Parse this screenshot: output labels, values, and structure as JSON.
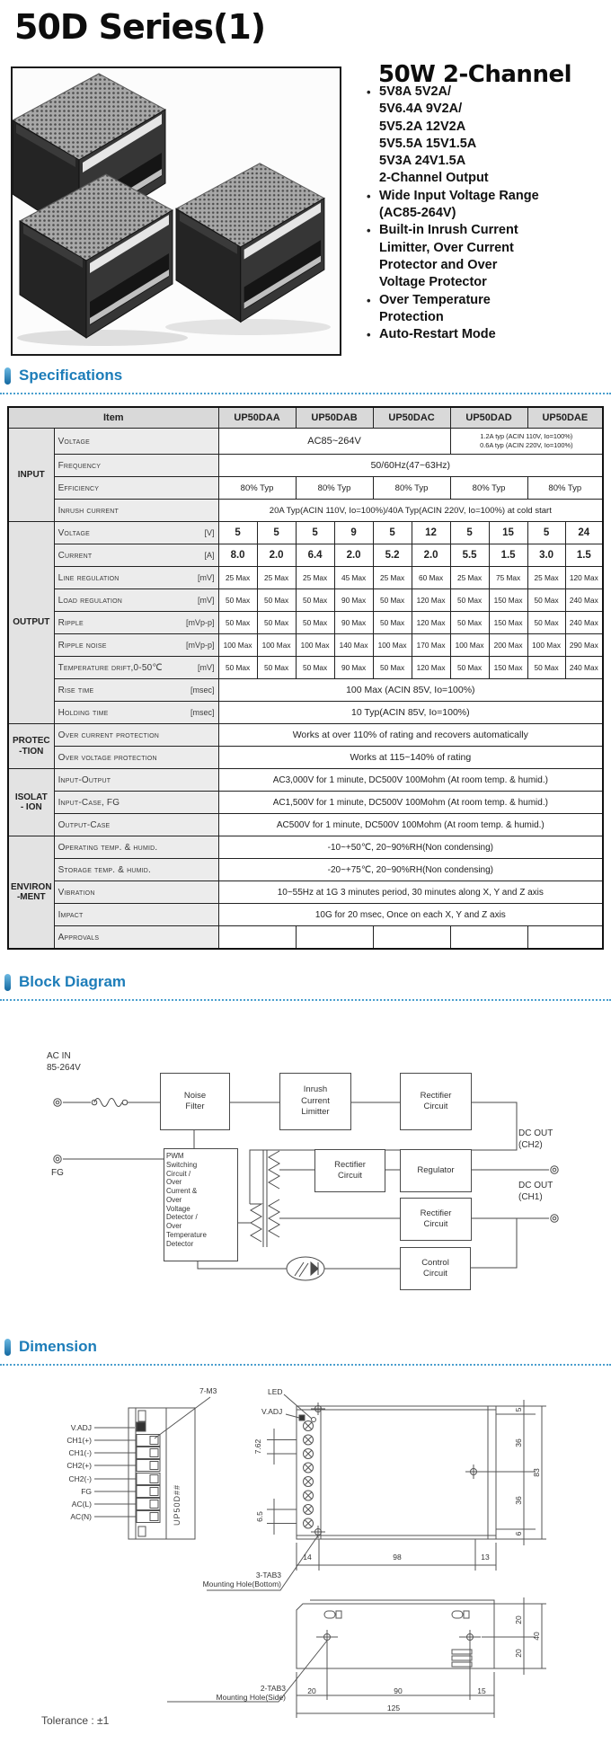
{
  "page": {
    "title": "50D Series(1)"
  },
  "colors": {
    "accent_blue": "#1d7db9",
    "highlight_yellow": "#ddd605"
  },
  "product": {
    "heading": "50W 2-Channel",
    "bullet_glyph": "•",
    "bullets": [
      {
        "text": "5V8A  5V2A/\n5V6.4A  9V2A/\n5V5.2A  12V2A\n5V5.5A  15V1.5A\n5V3A  24V1.5A\n2-Channel Output"
      },
      {
        "text": "Wide Input Voltage Range\n(AC85-264V)"
      },
      {
        "text": "Built-in Inrush Current\nLimitter, Over Current\nProtector and Over\nVoltage Protector"
      },
      {
        "text": "Over Temperature\nProtection"
      },
      {
        "text": "Auto-Restart Mode"
      }
    ]
  },
  "sections": {
    "specifications": "Specifications",
    "block_diagram": "Block Diagram",
    "dimension": "Dimension"
  },
  "spec_table": {
    "item_header": "Item",
    "models": [
      "UP50DAA",
      "UP50DAB",
      "UP50DAC",
      "UP50DAD",
      "UP50DAE"
    ],
    "highlighted_model": "UP50DAC",
    "input": {
      "group": "INPUT",
      "voltage_label": "Voltage",
      "voltage_value": "AC85~264V",
      "voltage_note1": "1.2A typ (ACIN 110V, Io=100%)",
      "voltage_note2": "0.6A typ (ACIN 220V, Io=100%)",
      "frequency_label": "Frequency",
      "frequency_value": "50/60Hz(47~63Hz)",
      "efficiency_label": "Efficiency",
      "efficiency_value": "80% Typ",
      "inrush_label": "Inrush current",
      "inrush_value": "20A Typ(ACIN 110V, Io=100%)/40A Typ(ACIN 220V, Io=100%) at cold start"
    },
    "output": {
      "group": "OUTPUT",
      "voltage": {
        "label": "Voltage",
        "unit": "[V]",
        "values": [
          "5",
          "5",
          "5",
          "9",
          "5",
          "12",
          "5",
          "15",
          "5",
          "24"
        ]
      },
      "current": {
        "label": "Current",
        "unit": "[A]",
        "values": [
          "8.0",
          "2.0",
          "6.4",
          "2.0",
          "5.2",
          "2.0",
          "5.5",
          "1.5",
          "3.0",
          "1.5"
        ]
      },
      "line_reg": {
        "label": "Line regulation",
        "unit": "[mV]",
        "values": [
          "25 Max",
          "25 Max",
          "25 Max",
          "45 Max",
          "25 Max",
          "60 Max",
          "25 Max",
          "75 Max",
          "25 Max",
          "120 Max"
        ]
      },
      "load_reg": {
        "label": "Load regulation",
        "unit": "[mV]",
        "values": [
          "50 Max",
          "50 Max",
          "50 Max",
          "90 Max",
          "50 Max",
          "120 Max",
          "50 Max",
          "150 Max",
          "50 Max",
          "240 Max"
        ]
      },
      "ripple": {
        "label": "Ripple",
        "unit": "[mVp-p]",
        "values": [
          "50 Max",
          "50 Max",
          "50 Max",
          "90 Max",
          "50 Max",
          "120 Max",
          "50 Max",
          "150 Max",
          "50 Max",
          "240 Max"
        ]
      },
      "ripple_noise": {
        "label": "Ripple noise",
        "unit": "[mVp-p]",
        "values": [
          "100 Max",
          "100 Max",
          "100 Max",
          "140 Max",
          "100 Max",
          "170 Max",
          "100 Max",
          "200 Max",
          "100 Max",
          "290 Max"
        ]
      },
      "temp_drift": {
        "label": "Temperature drift,0-50℃",
        "unit": "[mV]",
        "values": [
          "50 Max",
          "50 Max",
          "50 Max",
          "90 Max",
          "50 Max",
          "120 Max",
          "50 Max",
          "150 Max",
          "50 Max",
          "240 Max"
        ]
      },
      "rise_time": {
        "label": "Rise time",
        "unit": "[msec]",
        "value": "100 Max (ACIN 85V, Io=100%)"
      },
      "holding_time": {
        "label": "Holding time",
        "unit": "[msec]",
        "value": "10 Typ(ACIN 85V, Io=100%)"
      }
    },
    "protection": {
      "group": "PROTEC\n-TION",
      "ocp_label": "Over current protection",
      "ocp_value": "Works at over 110% of rating and recovers automatically",
      "ovp_label": "Over voltage protection",
      "ovp_value": "Works at 115~140% of rating"
    },
    "isolation": {
      "group": "ISOLAT\n- ION",
      "rows": [
        {
          "label": "Input-Output",
          "value": "AC3,000V  for 1 minute, DC500V 100Mohm (At room temp. & humid.)"
        },
        {
          "label": "Input-Case, FG",
          "value": "AC1,500V  for 1 minute, DC500V 100Mohm (At room temp. & humid.)"
        },
        {
          "label": "Output-Case",
          "value": "AC500V  for 1 minute, DC500V 100Mohm (At room temp. & humid.)"
        }
      ]
    },
    "environment": {
      "group": "ENVIRON\n-MENT",
      "rows": [
        {
          "label": "Operating temp. & humid.",
          "value": "-10~+50℃, 20~90%RH(Non condensing)"
        },
        {
          "label": "Storage temp. & humid.",
          "value": "-20~+75℃, 20~90%RH(Non condensing)"
        },
        {
          "label": "Vibration",
          "value": "10~55Hz at 1G 3 minutes period, 30 minutes along X, Y and Z axis"
        },
        {
          "label": "Impact",
          "value": "10G for 20 msec, Once on each X, Y and Z axis"
        },
        {
          "label": "Approvals",
          "value": ""
        }
      ]
    }
  },
  "block_diagram": {
    "ac_in_label": "AC IN\n85-264V",
    "fg_label": "FG",
    "noise_filter": "Noise\nFilter",
    "inrush_limiter": "Inrush\nCurrent\nLimitter",
    "rectifier_1": "Rectifier\nCircuit",
    "pwm_block": "PWM\nSwitching\nCircuit /\nOver\nCurrent  &\nOver\nVoltage\nDetector /\nOver\nTemperature\nDetector",
    "rectifier_2": "Rectifier\nCircuit",
    "regulator": "Regulator",
    "rectifier_3": "Rectifier\nCircuit",
    "control_circuit": "Control\nCircuit",
    "dc_out_ch2": "DC OUT\n(CH2)",
    "dc_out_ch1": "DC OUT\n(CH1)"
  },
  "dimension": {
    "front_view": {
      "screw_callout": "7-M3",
      "model_label": "UP50D##",
      "terminal_labels": [
        "V.ADJ",
        "CH1(+)",
        "CH1(-)",
        "CH2(+)",
        "CH2(-)",
        "FG",
        "AC(L)",
        "AC(N)"
      ]
    },
    "top_view": {
      "led_label": "LED",
      "vadj_label": "V.ADJ",
      "pitch_dim": "7.62",
      "lower_pitch_dim": "6.5",
      "height_dims": [
        "5",
        "36",
        "36",
        "6"
      ],
      "overall_height": "83",
      "bottom_dims": [
        "14",
        "98",
        "13"
      ],
      "mount_callout": "3-TAB3\nMounting Hole(Bottom)"
    },
    "side_view": {
      "right_dims": [
        "20",
        "20"
      ],
      "overall_depth": "40",
      "bottom_dims": [
        "20",
        "90",
        "15"
      ],
      "overall_width": "125",
      "mount_callout": "2-TAB3\nMounting Hole(Side)"
    },
    "tolerance_note": "Tolerance : ±1"
  }
}
